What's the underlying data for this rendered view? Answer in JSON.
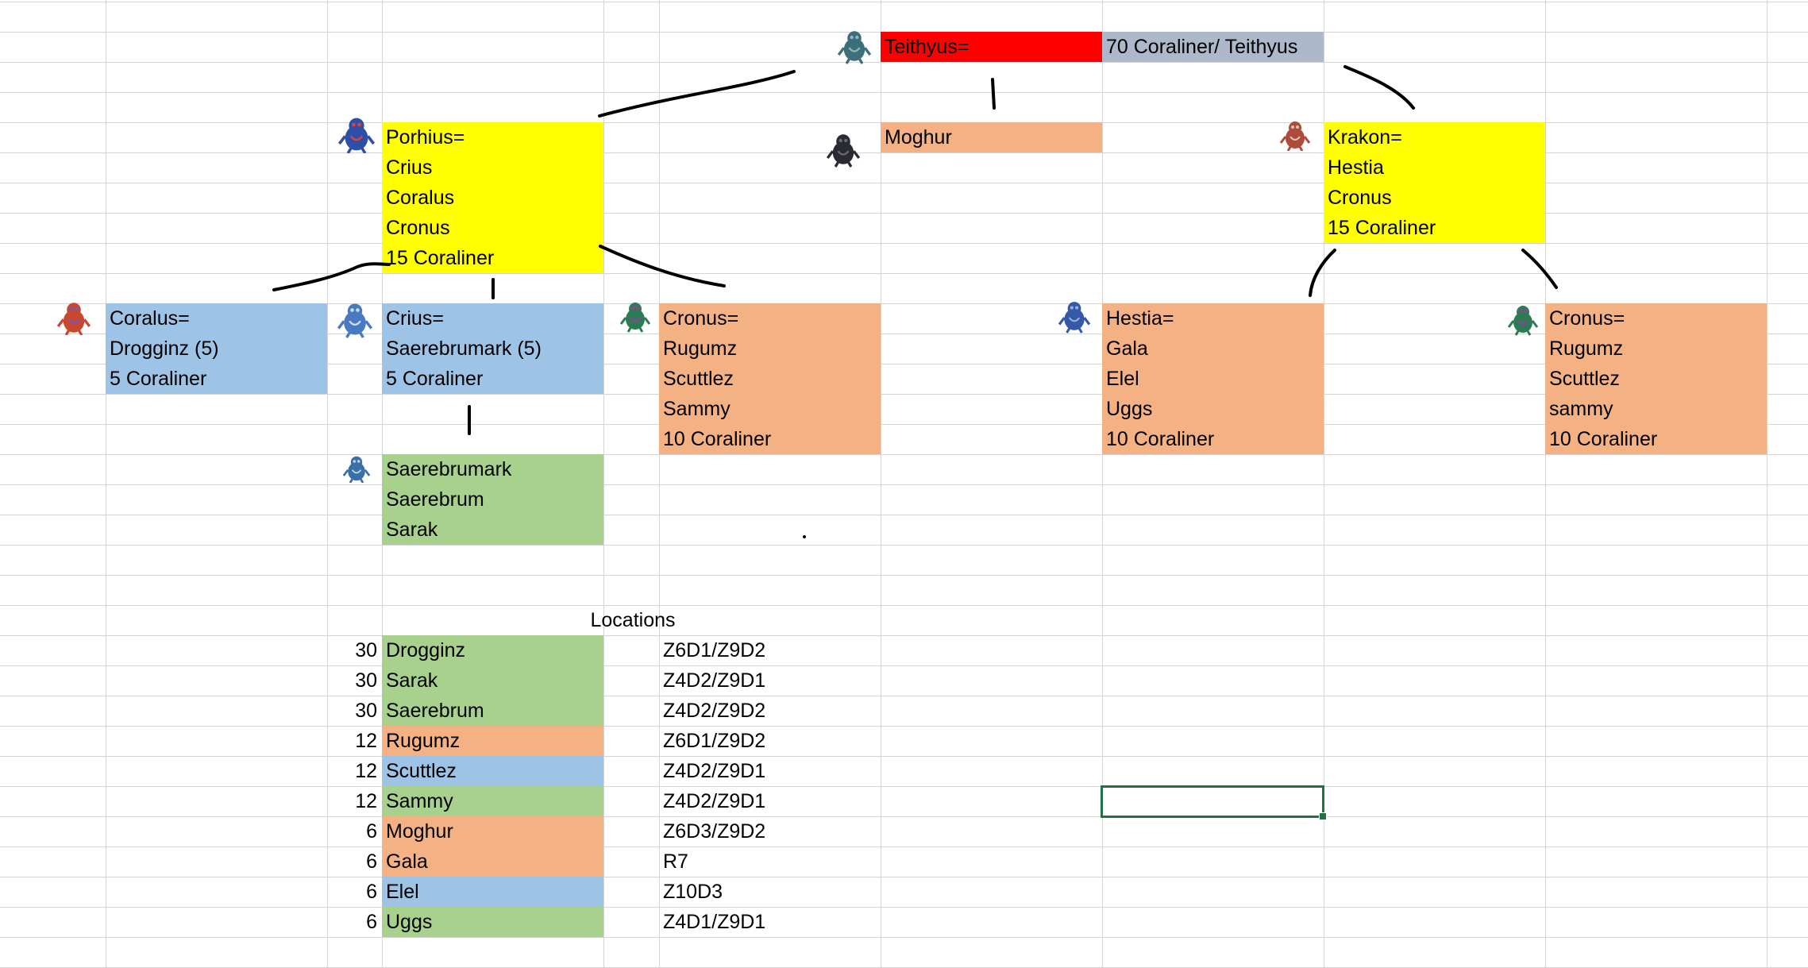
{
  "colors": {
    "red": "#ff0000",
    "slate": "#adb9ca",
    "yellow": "#ffff00",
    "orange": "#f4b183",
    "blue": "#9dc3e6",
    "green": "#a9d18e",
    "grid": "#d4d4d4",
    "selection": "#217346"
  },
  "tree": {
    "teithyus": {
      "icon": "teithyus-sprite-icon",
      "label": "Teithyus=",
      "requirement": "70 Coraliner/ Teithyus"
    },
    "moghur": {
      "icon": "moghur-sprite-icon",
      "label": "Moghur"
    },
    "porhius": {
      "icon": "porhius-sprite-icon",
      "lines": [
        "Porhius=",
        "Crius",
        "Coralus",
        "Cronus",
        "15 Coraliner"
      ]
    },
    "krakon": {
      "icon": "krakon-sprite-icon",
      "lines": [
        "Krakon=",
        "Hestia",
        "Cronus",
        "15 Coraliner"
      ]
    },
    "coralus": {
      "icon": "coralus-sprite-icon",
      "lines": [
        "Coralus=",
        "Drogginz (5)",
        "5 Coraliner"
      ]
    },
    "crius": {
      "icon": "crius-sprite-icon",
      "lines": [
        "Crius=",
        "Saerebrumark (5)",
        "5 Coraliner"
      ]
    },
    "cronus_left": {
      "icon": "cronus-sprite-icon",
      "lines": [
        "Cronus=",
        "Rugumz",
        "Scuttlez",
        "Sammy",
        "10 Coraliner"
      ]
    },
    "hestia": {
      "icon": "hestia-sprite-icon",
      "lines": [
        "Hestia=",
        "Gala",
        "Elel",
        "Uggs",
        "10 Coraliner"
      ]
    },
    "cronus_right": {
      "icon": "cronus-sprite-icon",
      "lines": [
        "Cronus=",
        "Rugumz",
        "Scuttlez",
        "sammy",
        "10 Coraliner"
      ]
    },
    "saerebrumark": {
      "icon": "saerebrumark-sprite-icon",
      "lines": [
        "Saerebrumark",
        "Saerebrum",
        "Sarak"
      ]
    }
  },
  "locations": {
    "header": "Locations",
    "rows": [
      {
        "count": "30",
        "name": "Drogginz",
        "color": "green",
        "location": "Z6D1/Z9D2"
      },
      {
        "count": "30",
        "name": "Sarak",
        "color": "green",
        "location": "Z4D2/Z9D1"
      },
      {
        "count": "30",
        "name": "Saerebrum",
        "color": "green",
        "location": "Z4D2/Z9D2"
      },
      {
        "count": "12",
        "name": "Rugumz",
        "color": "orange",
        "location": "Z6D1/Z9D2"
      },
      {
        "count": "12",
        "name": "Scuttlez",
        "color": "blue",
        "location": "Z4D2/Z9D1"
      },
      {
        "count": "12",
        "name": "Sammy",
        "color": "green",
        "location": "Z4D2/Z9D1"
      },
      {
        "count": "6",
        "name": "Moghur",
        "color": "orange",
        "location": "Z6D3/Z9D2"
      },
      {
        "count": "6",
        "name": "Gala",
        "color": "orange",
        "location": "R7"
      },
      {
        "count": "6",
        "name": "Elel",
        "color": "blue",
        "location": "Z10D3"
      },
      {
        "count": "6",
        "name": "Uggs",
        "color": "green",
        "location": "Z4D1/Z9D1"
      }
    ]
  }
}
